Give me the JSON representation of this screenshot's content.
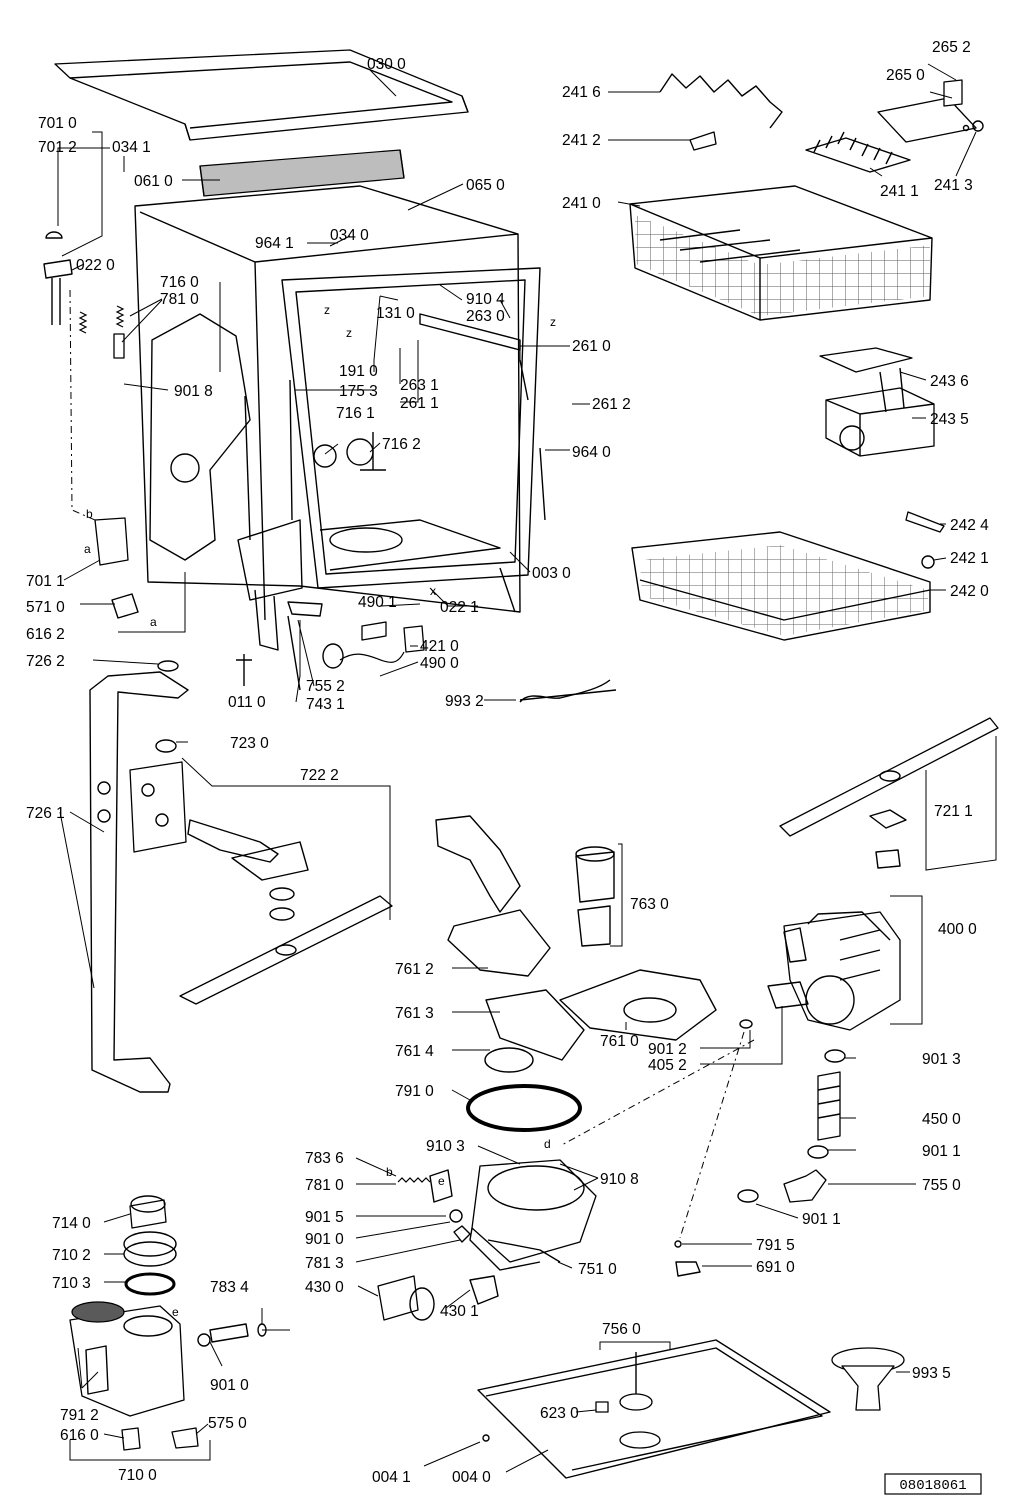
{
  "doc_number": "08018061",
  "markers": {
    "a1": "a",
    "a2": "a",
    "b1": "b",
    "b2": "b",
    "d": "d",
    "e1": "e",
    "e2": "e",
    "x": "x",
    "z1": "z",
    "z2": "z",
    "z3": "z"
  },
  "labels": {
    "l0300": "030 0",
    "l7010": "701 0",
    "l7012": "701 2",
    "l0341": "034 1",
    "l0610": "061 0",
    "l0650": "065 0",
    "l9641": "964 1",
    "l0340": "034 0",
    "l0220": "022 0",
    "l7160": "716 0",
    "l7810": "781 0",
    "l9104": "910 4",
    "l1310": "131 0",
    "l2630": "263 0",
    "l2610": "261 0",
    "l9018": "901 8",
    "l1910": "191 0",
    "l1753": "175 3",
    "l2631": "263 1",
    "l2611": "261 1",
    "l2612": "261 2",
    "l7161": "716 1",
    "l7162": "716 2",
    "l9640": "964 0",
    "l7011": "701 1",
    "l5710": "571 0",
    "l6162": "616 2",
    "l0030": "003 0",
    "l4901": "490 1",
    "l0221": "022 1",
    "l4210": "421 0",
    "l4900": "490 0",
    "l7262": "726 2",
    "l7552": "755 2",
    "l0110": "011 0",
    "l7431": "743 1",
    "l9932": "993 2",
    "l7230": "723 0",
    "l7222": "722 2",
    "l7261": "726 1",
    "l2652": "265 2",
    "l2650": "265 0",
    "l2416": "241 6",
    "l2412": "241 2",
    "l2411": "241 1",
    "l2413": "241 3",
    "l2410": "241 0",
    "l2436": "243 6",
    "l2435": "243 5",
    "l2424": "242 4",
    "l2421": "242 1",
    "l2420": "242 0",
    "l7211": "721 1",
    "l7630": "763 0",
    "l4000": "400 0",
    "l7612": "761 2",
    "l7613": "761 3",
    "l7610": "761 0",
    "l7614": "761 4",
    "l9012": "901 2",
    "l4052": "405 2",
    "l9013": "901 3",
    "l7910": "791 0",
    "l4500": "450 0",
    "l9103": "910 3",
    "l9108": "910 8",
    "l9011a": "901 1",
    "l7836": "783 6",
    "l7810b": "781 0",
    "l7550": "755 0",
    "l9015": "901 5",
    "l9011b": "901 1",
    "l9010": "901 0",
    "l7813": "781 3",
    "l7915": "791 5",
    "l7510": "751 0",
    "l6910": "691 0",
    "l4300": "430 0",
    "l4301": "430 1",
    "l7140": "714 0",
    "l7102": "710 2",
    "l7103": "710 3",
    "l7834": "783 4",
    "l9010b": "901 0",
    "l7912": "791 2",
    "l5750": "575 0",
    "l6160": "616 0",
    "l7100": "710 0",
    "l7560": "756 0",
    "l6230": "623 0",
    "l9935": "993 5",
    "l0041": "004 1",
    "l0040": "004 0"
  }
}
